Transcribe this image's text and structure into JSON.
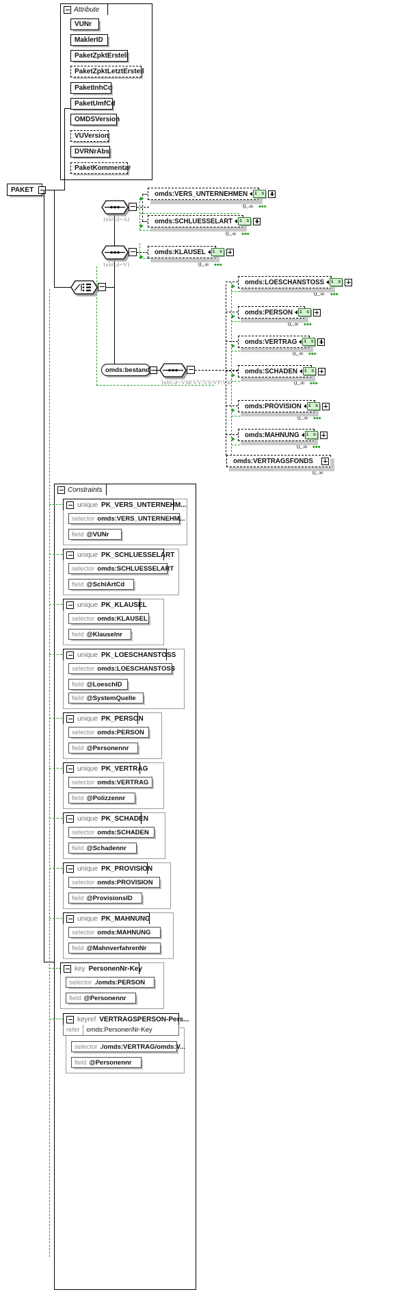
{
  "diagram": {
    "title": "PAKET",
    "root": {
      "label": "PAKET",
      "expander": "minus-icon"
    },
    "attribute_group": {
      "label": "Attribute",
      "expander": "minus-icon",
      "attributes": [
        {
          "name": "VUNr",
          "optional": false
        },
        {
          "name": "MaklerID",
          "optional": false
        },
        {
          "name": "PaketZpktErstell",
          "optional": false
        },
        {
          "name": "PaketZpktLetztErstell",
          "optional": true
        },
        {
          "name": "PaketInhCd",
          "optional": false
        },
        {
          "name": "PaketUmfCd",
          "optional": false
        },
        {
          "name": "OMDSVersion",
          "optional": false
        },
        {
          "name": "VUVersion",
          "optional": true
        },
        {
          "name": "DVRNrAbs",
          "optional": false
        },
        {
          "name": "PaketKommentar",
          "optional": true
        }
      ]
    },
    "branches": [
      {
        "id": "branch-ai",
        "compositor": "sequence",
        "condition": "InhCd=AI",
        "elements": [
          {
            "name": "omds:VERS_UNTERNEHMEN",
            "badge": "i s",
            "expander": "plus-icon",
            "occurrence": "0..∞"
          },
          {
            "name": "omds:SCHLUESSELART",
            "badge": "i s",
            "expander": "plus-icon",
            "occurrence": "0..∞"
          }
        ]
      },
      {
        "id": "branch-vi",
        "compositor": "sequence",
        "condition": "InhCd=VI",
        "elements": [
          {
            "name": "omds:KLAUSEL",
            "badge": "i s",
            "expander": "plus-icon",
            "occurrence": "0..∞"
          }
        ]
      },
      {
        "id": "branch-bestand",
        "compositor": "sequence",
        "group_label": "omds:bestand",
        "group_expander": "minus-icon",
        "condition": "InhCd=VM|VV|VS|VP|VK",
        "elements": [
          {
            "name": "omds:LOESCHANSTOSS",
            "badge": "i s",
            "expander": "plus-icon",
            "occurrence": "0..∞"
          },
          {
            "name": "omds:PERSON",
            "badge": "i s",
            "expander": "plus-icon",
            "occurrence": "0..∞"
          },
          {
            "name": "omds:VERTRAG",
            "badge": "i s",
            "expander": "plus-icon",
            "occurrence": "0..∞"
          },
          {
            "name": "omds:SCHADEN",
            "badge": "i s",
            "expander": "plus-icon",
            "occurrence": "0..∞"
          },
          {
            "name": "omds:PROVISION",
            "badge": "i s",
            "expander": "plus-icon",
            "occurrence": "0..∞"
          },
          {
            "name": "omds:MAHNUNG",
            "badge": "i s",
            "expander": "plus-icon",
            "occurrence": "0..∞"
          },
          {
            "name": "omds:VERTRAGSFONDS",
            "badge": null,
            "expander": "plus-icon",
            "occurrence": "0..∞"
          }
        ]
      }
    ],
    "choice": {
      "symbol": "choice-compositor",
      "expander": "minus-icon"
    },
    "constraints_group": {
      "label": "Constraints",
      "expander": "minus-icon",
      "items": [
        {
          "kind": "unique",
          "name": "PK_VERS_UNTERNEHM...",
          "selector": "omds:VERS_UNTERNEHM...",
          "fields": [
            "@VUNr"
          ]
        },
        {
          "kind": "unique",
          "name": "PK_SCHLUESSELART",
          "selector": "omds:SCHLUESSELART",
          "fields": [
            "@SchlArtCd"
          ]
        },
        {
          "kind": "unique",
          "name": "PK_KLAUSEL",
          "selector": "omds:KLAUSEL",
          "fields": [
            "@Klauselnr"
          ]
        },
        {
          "kind": "unique",
          "name": "PK_LOESCHANSTOSS",
          "selector": "omds:LOESCHANSTOSS",
          "fields": [
            "@LoeschID",
            "@SystemQuelle"
          ]
        },
        {
          "kind": "unique",
          "name": "PK_PERSON",
          "selector": "omds:PERSON",
          "fields": [
            "@Personennr"
          ]
        },
        {
          "kind": "unique",
          "name": "PK_VERTRAG",
          "selector": "omds:VERTRAG",
          "fields": [
            "@Polizzennr"
          ]
        },
        {
          "kind": "unique",
          "name": "PK_SCHADEN",
          "selector": "omds:SCHADEN",
          "fields": [
            "@Schadennr"
          ]
        },
        {
          "kind": "unique",
          "name": "PK_PROVISION",
          "selector": "omds:PROVISION",
          "fields": [
            "@ProvisionsID"
          ]
        },
        {
          "kind": "unique",
          "name": "PK_MAHNUNG",
          "selector": "omds:MAHNUNG",
          "fields": [
            "@MahnverfahrenNr"
          ]
        },
        {
          "kind": "key",
          "name": "PersonenNr-Key",
          "selector": "./omds:PERSON",
          "fields": [
            "@Personennr"
          ]
        },
        {
          "kind": "keyref",
          "name": "VERTRAGSPERSON-Pers...",
          "refer_label": "refer",
          "refer": "omds:PersonenNr-Key",
          "selector": "./omds:VERTRAG/omds:V...",
          "fields": [
            "@Personennr"
          ]
        }
      ],
      "labels": {
        "selector": "selector",
        "field": "field"
      }
    },
    "colors": {
      "line": "#000000",
      "green_dashed": "#23a023",
      "badge_bg": "#d6f0d2",
      "badge_border": "#2f7a2f",
      "shadow": "#c0c0c0",
      "muted_text": "#8b8b8b"
    }
  }
}
